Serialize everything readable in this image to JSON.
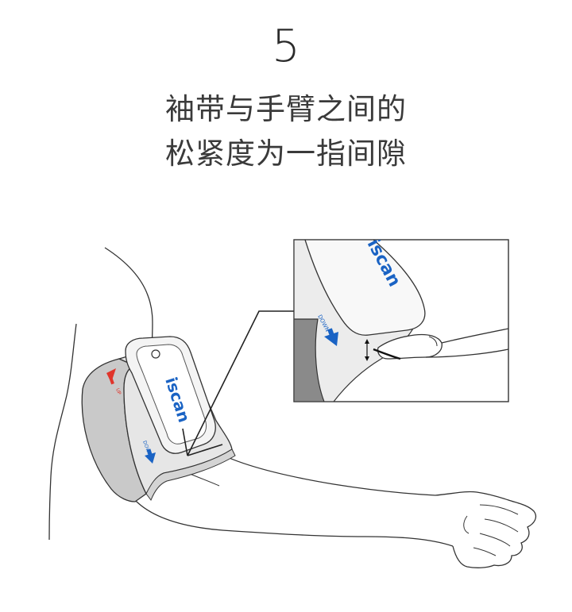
{
  "step": {
    "number": "5"
  },
  "caption": {
    "line1": "袖带与手臂之间的",
    "line2": "松紧度为一指间隙"
  },
  "illustration": {
    "brand_label": "iscan",
    "cuff_up_label": "UP",
    "cuff_down_label": "DOWN",
    "inset_brand_label": "iscan",
    "inset_down_label": "DOWN"
  },
  "colors": {
    "brand_blue": "#1a63c4",
    "arrow_red": "#e0352b",
    "cuff_grey": "#c9c9c9",
    "outline": "#333333"
  }
}
